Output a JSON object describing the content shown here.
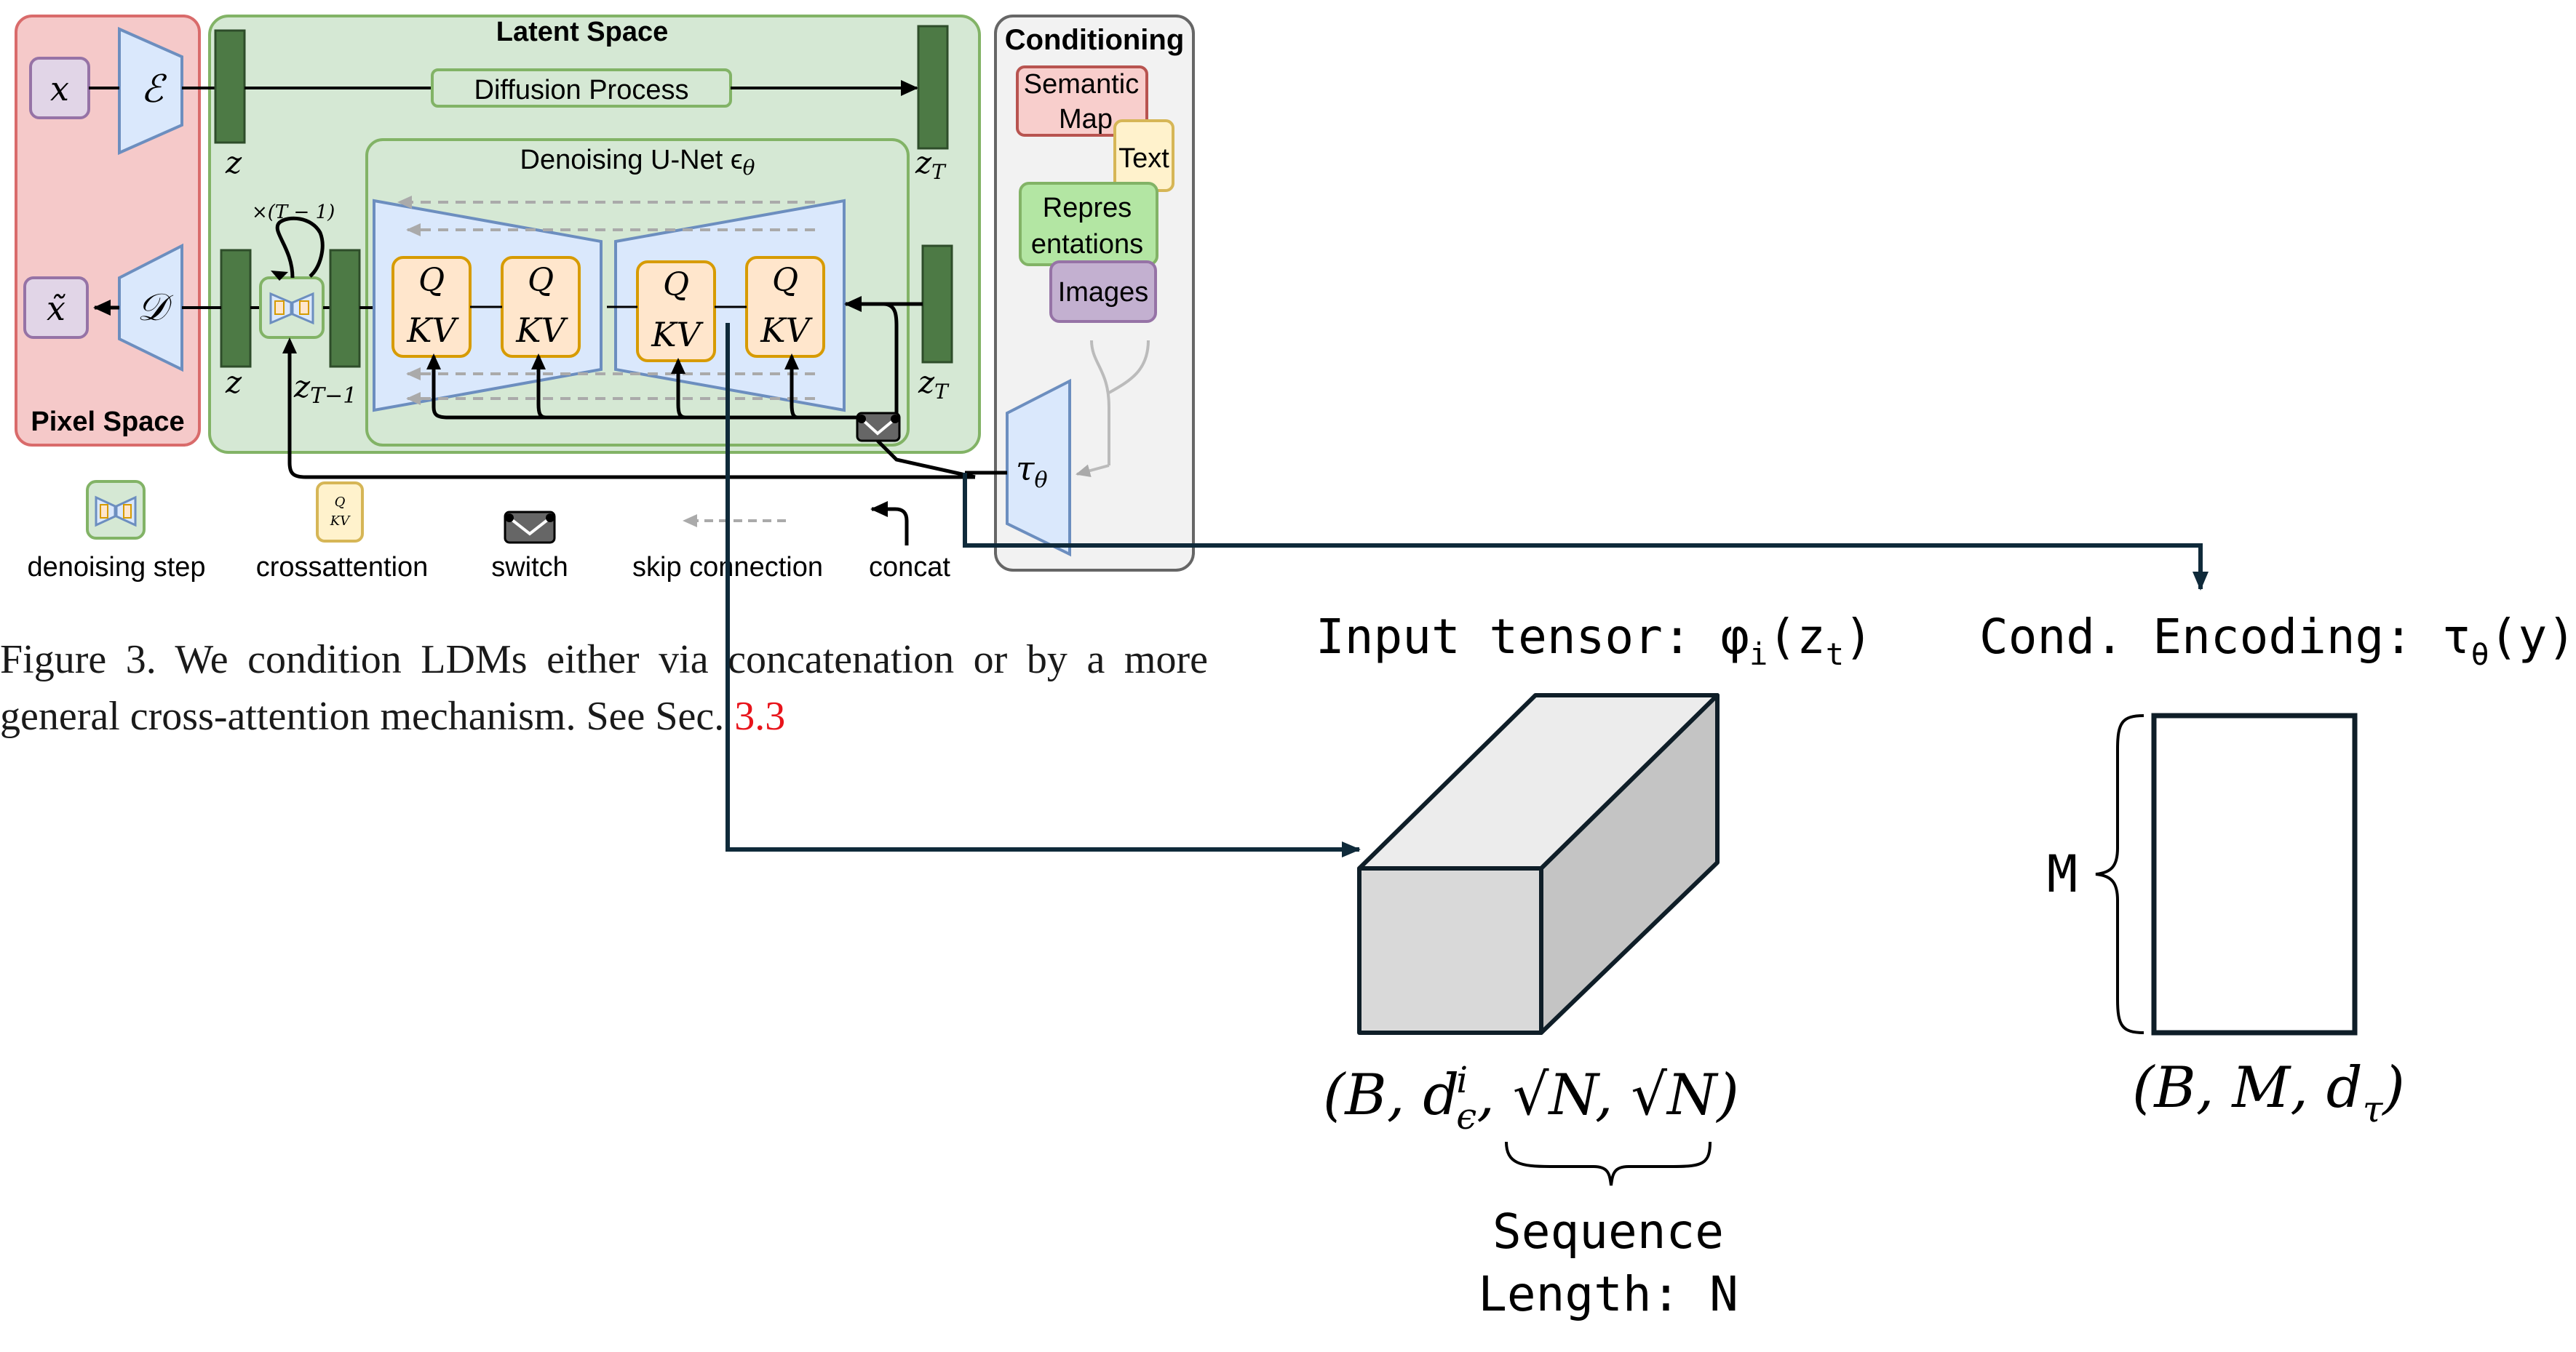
{
  "pixel_space": {
    "label": "Pixel Space",
    "x": "x",
    "x_tilde": "x̃",
    "encoder": "ℰ",
    "decoder": "𝒟"
  },
  "latent_space": {
    "label": "Latent Space",
    "diffusion_process": "Diffusion Process",
    "z_top": "z",
    "z_T_top": "z",
    "z_T_top_sub": "T",
    "z_bottom": "z",
    "z_T1": "z",
    "z_T1_sub": "T−1",
    "z_T_bottom": "z",
    "z_T_bottom_sub": "T",
    "repeat": "×(T − 1)",
    "unet_label": "Denoising U-Net ϵ",
    "unet_label_sub": "θ",
    "q": "Q",
    "kv": "KV"
  },
  "conditioning": {
    "label": "Conditioning",
    "semantic_map_1": "Semantic",
    "semantic_map_2": "Map",
    "text": "Text",
    "representations_1": "Repres",
    "representations_2": "entations",
    "images": "Images",
    "tau": "τ",
    "tau_sub": "θ"
  },
  "legend": {
    "denoising_step": "denoising step",
    "crossattention": "crossattention",
    "switch": "switch",
    "skip_connection": "skip connection",
    "concat": "concat"
  },
  "caption": {
    "text": "Figure 3.   We condition LDMs either via concatenation or by a more general cross-attention mechanism. See Sec. ",
    "ref": "3.3"
  },
  "annotations": {
    "input_tensor": "Input tensor: φ",
    "input_tensor_sub": "i",
    "input_tensor_arg": "(z",
    "input_tensor_arg_sub": "t",
    "input_tensor_close": ")",
    "cond_encoding": "Cond. Encoding: τ",
    "cond_encoding_sub": "θ",
    "cond_encoding_arg": "(y)",
    "tensor_shape_1": "(B, d",
    "tensor_shape_sup": "i",
    "tensor_shape_sub": "ϵ",
    "tensor_shape_2": ", √N, √N)",
    "cond_shape_1": "(B, M, d",
    "cond_shape_sub": "τ",
    "cond_shape_2": ")",
    "m_label": "M",
    "sequence_1": "Sequence",
    "sequence_2": "Length: N"
  },
  "colors": {
    "pixel_fill": "#f5c9c9",
    "pixel_stroke": "#d96b6b",
    "latent_fill": "#d5e8d4",
    "latent_stroke": "#82b366",
    "cond_fill": "#f2f2f2",
    "cond_stroke": "#666666",
    "dark_green": "#4d7a45",
    "blue_fill": "#dae8fc",
    "blue_stroke": "#6c8ebf",
    "qkv_fill": "#ffe6cc",
    "qkv_stroke": "#d79b00",
    "purple_fill": "#e1d5e7",
    "purple_stroke": "#9673a6",
    "arrow_dark": "#0f2a3a",
    "caption_ref": "#e8141b"
  }
}
